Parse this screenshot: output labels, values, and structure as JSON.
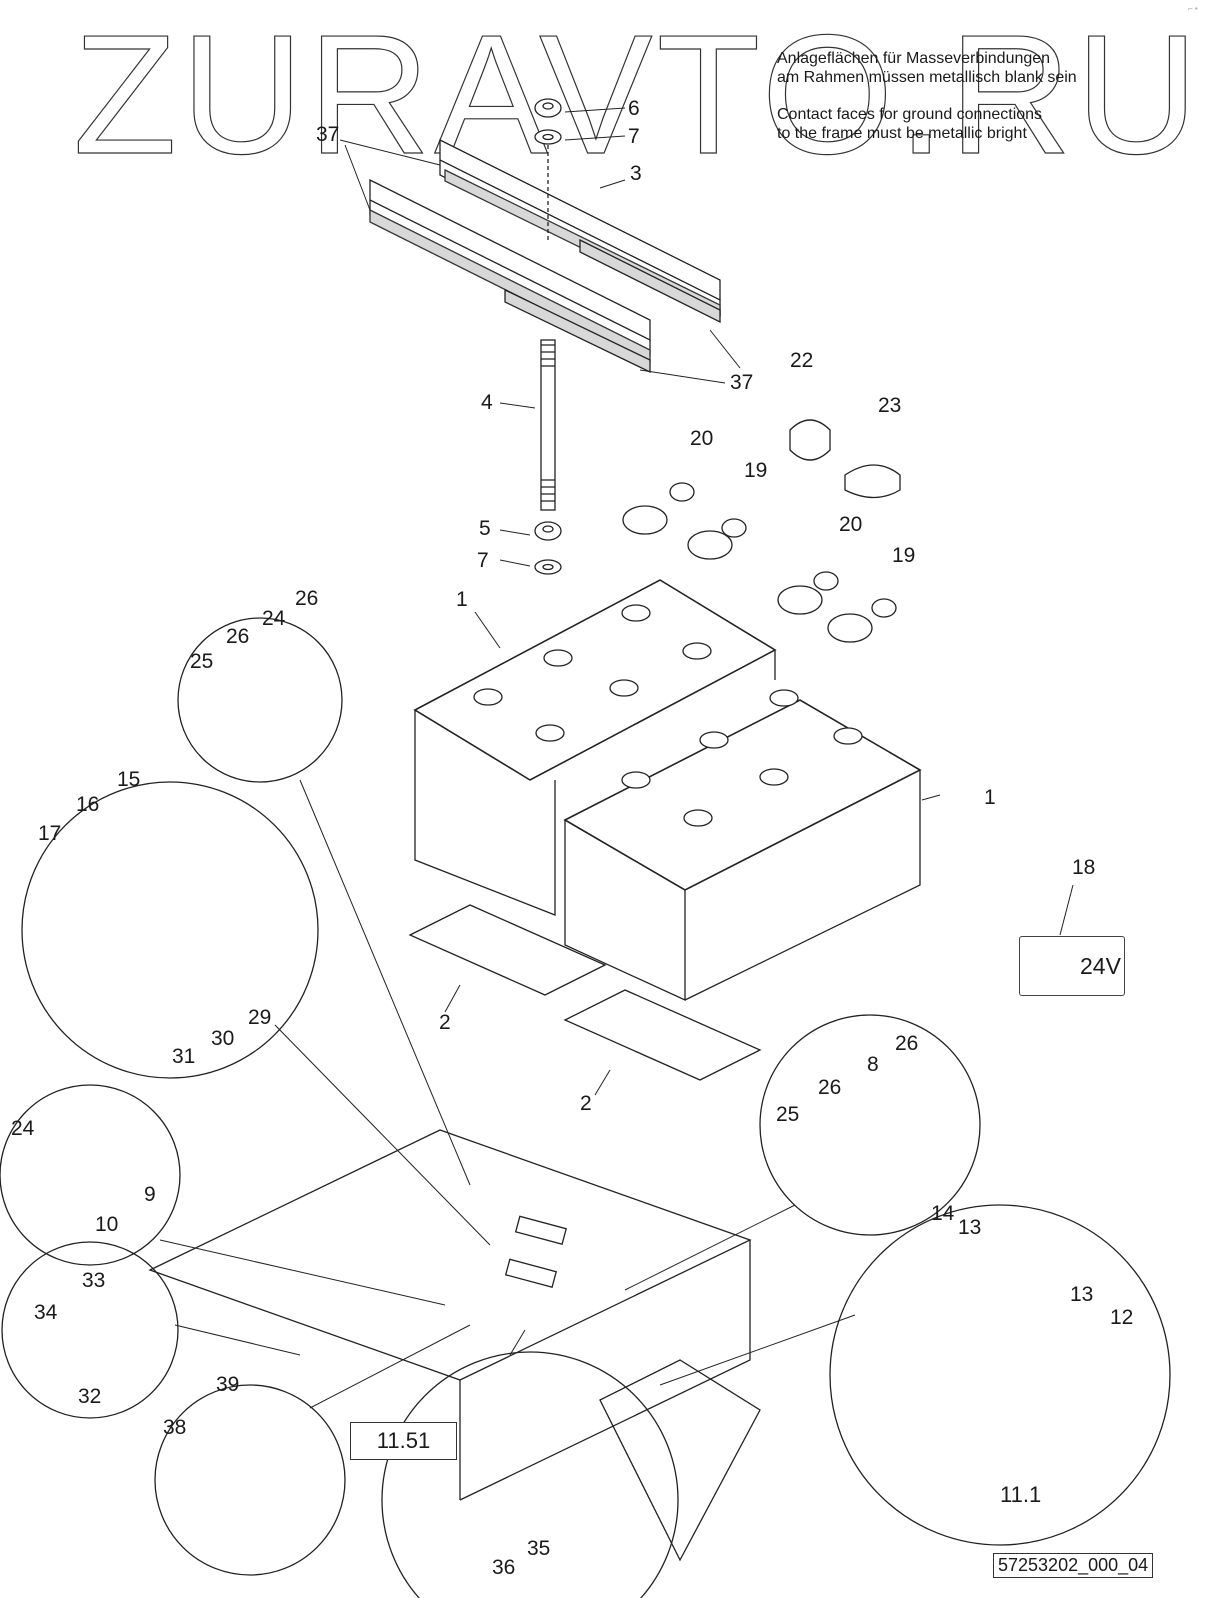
{
  "watermark": "ZURAVTO.RU",
  "notes": {
    "german_line1": "Anlageflächen für Masseverbindungen",
    "german_line2": "am Rahmen müssen metallisch blank sein",
    "english_line1": "Contact faces for ground connections",
    "english_line2": "to the frame must be metallic bright"
  },
  "badge": {
    "label": "18",
    "voltage": "24V",
    "icon": "battery-icon"
  },
  "document_id": "57253202_000_04",
  "ref_boxes": {
    "relay_ref": "11.51",
    "bracket_ref": "11.1"
  },
  "callouts": [
    {
      "id": "c6",
      "text": "6"
    },
    {
      "id": "c7a",
      "text": "7"
    },
    {
      "id": "c37a",
      "text": "37"
    },
    {
      "id": "c3",
      "text": "3"
    },
    {
      "id": "c37b",
      "text": "37"
    },
    {
      "id": "c4",
      "text": "4"
    },
    {
      "id": "c22",
      "text": "22"
    },
    {
      "id": "c23",
      "text": "23"
    },
    {
      "id": "c20a",
      "text": "20"
    },
    {
      "id": "c19a",
      "text": "19"
    },
    {
      "id": "c5",
      "text": "5"
    },
    {
      "id": "c7b",
      "text": "7"
    },
    {
      "id": "c20b",
      "text": "20"
    },
    {
      "id": "c19b",
      "text": "19"
    },
    {
      "id": "c1a",
      "text": "1"
    },
    {
      "id": "c1b",
      "text": "1"
    },
    {
      "id": "c25a",
      "text": "25"
    },
    {
      "id": "c26a",
      "text": "26"
    },
    {
      "id": "c24a",
      "text": "24"
    },
    {
      "id": "c26b",
      "text": "26"
    },
    {
      "id": "c15",
      "text": "15"
    },
    {
      "id": "c16",
      "text": "16"
    },
    {
      "id": "c17",
      "text": "17"
    },
    {
      "id": "c29",
      "text": "29"
    },
    {
      "id": "c30",
      "text": "30"
    },
    {
      "id": "c31",
      "text": "31"
    },
    {
      "id": "c2a",
      "text": "2"
    },
    {
      "id": "c2b",
      "text": "2"
    },
    {
      "id": "c24b",
      "text": "24"
    },
    {
      "id": "c9",
      "text": "9"
    },
    {
      "id": "c10",
      "text": "10"
    },
    {
      "id": "c33",
      "text": "33"
    },
    {
      "id": "c34",
      "text": "34"
    },
    {
      "id": "c32",
      "text": "32"
    },
    {
      "id": "c39",
      "text": "39"
    },
    {
      "id": "c38",
      "text": "38"
    },
    {
      "id": "c35",
      "text": "35"
    },
    {
      "id": "c36",
      "text": "36"
    },
    {
      "id": "c26c",
      "text": "26"
    },
    {
      "id": "c8",
      "text": "8"
    },
    {
      "id": "c26d",
      "text": "26"
    },
    {
      "id": "c25b",
      "text": "25"
    },
    {
      "id": "c14",
      "text": "14"
    },
    {
      "id": "c13a",
      "text": "13"
    },
    {
      "id": "c13b",
      "text": "13"
    },
    {
      "id": "c12",
      "text": "12"
    }
  ]
}
